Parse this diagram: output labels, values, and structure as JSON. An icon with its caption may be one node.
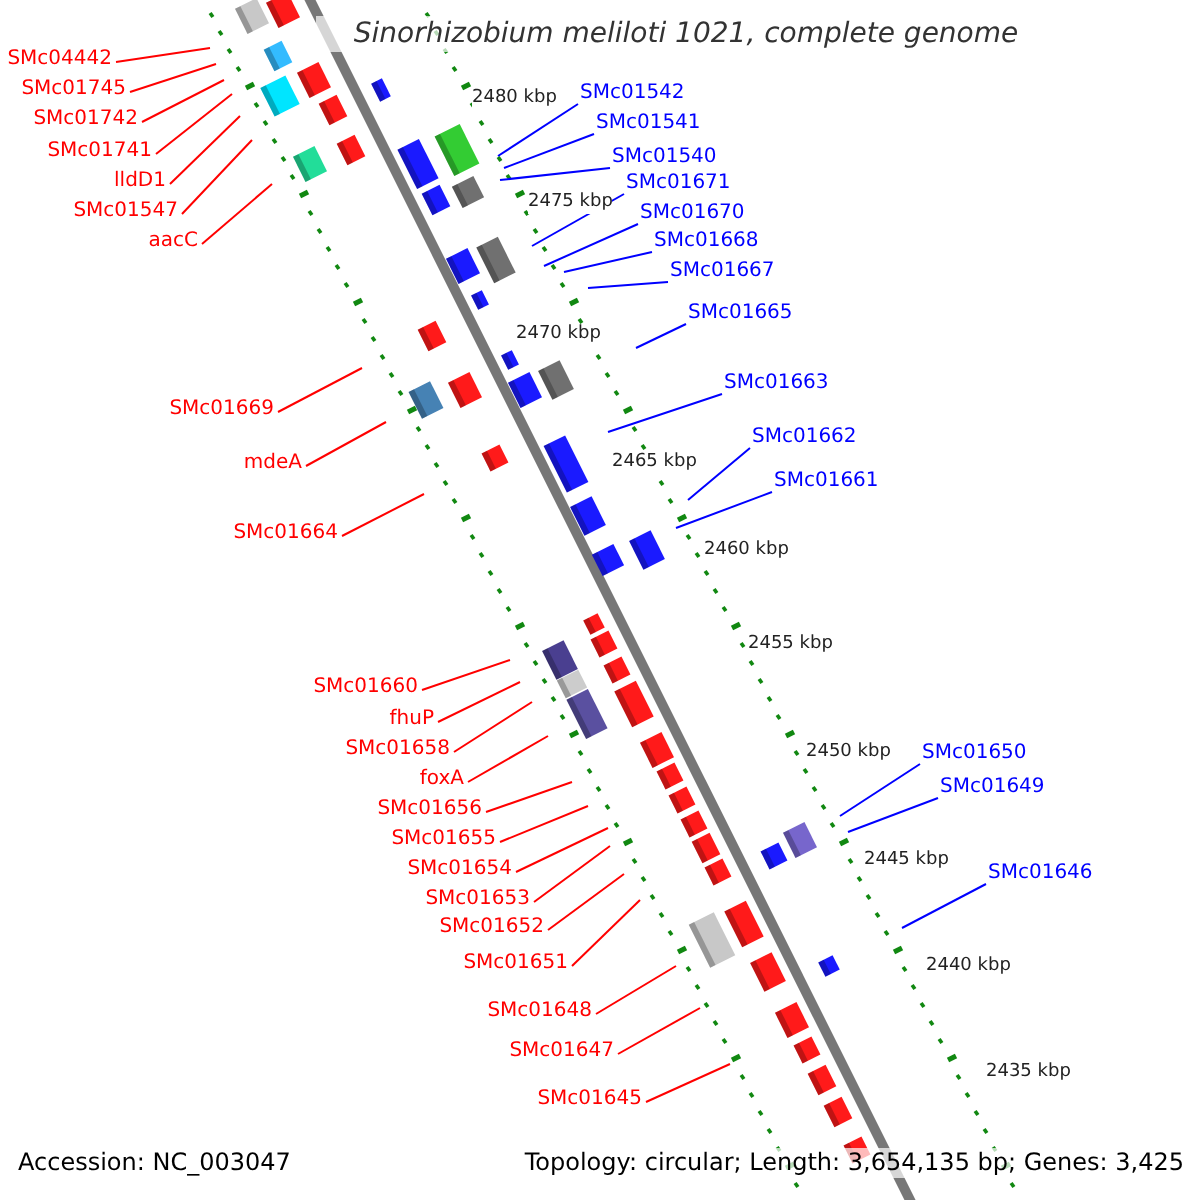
{
  "diagram": {
    "title": "Sinorhizobium meliloti 1021, complete genome",
    "nodes": [
      {
        "text": [
          "SMc04442"
        ]
      },
      {
        "text": [
          "SMc01745"
        ]
      },
      {
        "text": [
          "SMc01742"
        ]
      },
      {
        "text": [
          "SMc01741"
        ]
      },
      {
        "text": [
          "lldD1"
        ]
      },
      {
        "text": [
          "SMc01547"
        ]
      },
      {
        "text": [
          "aacC"
        ]
      },
      {
        "text": [
          "SMc01669"
        ]
      },
      {
        "text": [
          "mdeA"
        ]
      },
      {
        "text": [
          "SMc01664"
        ]
      },
      {
        "text": [
          "SMc01660"
        ]
      },
      {
        "text": [
          "fhuP"
        ]
      },
      {
        "text": [
          "SMc01658"
        ]
      },
      {
        "text": [
          "foxA"
        ]
      },
      {
        "text": [
          "SMc01656"
        ]
      },
      {
        "text": [
          "SMc01655"
        ]
      },
      {
        "text": [
          "SMc01654"
        ]
      },
      {
        "text": [
          "SMc01653"
        ]
      },
      {
        "text": [
          "SMc01652"
        ]
      },
      {
        "text": [
          "SMc01651"
        ]
      },
      {
        "text": [
          "SMc01648"
        ]
      },
      {
        "text": [
          "SMc01647"
        ]
      },
      {
        "text": [
          "SMc01645"
        ]
      },
      {
        "text": [
          "SMc01542"
        ]
      },
      {
        "text": [
          "SMc01541"
        ]
      },
      {
        "text": [
          "SMc01540"
        ]
      },
      {
        "text": [
          "SMc01671"
        ]
      },
      {
        "text": [
          "SMc01670"
        ]
      },
      {
        "text": [
          "SMc01668"
        ]
      },
      {
        "text": [
          "SMc01667"
        ]
      },
      {
        "text": [
          "SMc01665"
        ]
      },
      {
        "text": [
          "SMc01663"
        ]
      },
      {
        "text": [
          "SMc01662"
        ]
      },
      {
        "text": [
          "SMc01661"
        ]
      },
      {
        "text": [
          "SMc01650"
        ]
      },
      {
        "text": [
          "SMc01649"
        ]
      },
      {
        "text": [
          "SMc01646"
        ]
      }
    ],
    "edges": [
      {
        "from": 0,
        "to": null,
        "arrow": "none"
      },
      {
        "from": 1,
        "to": null,
        "arrow": "none"
      },
      {
        "from": 2,
        "to": null,
        "arrow": "none"
      },
      {
        "from": 3,
        "to": null,
        "arrow": "none"
      },
      {
        "from": 4,
        "to": null,
        "arrow": "none"
      },
      {
        "from": 5,
        "to": null,
        "arrow": "none"
      },
      {
        "from": 6,
        "to": null,
        "arrow": "none"
      },
      {
        "from": 7,
        "to": null,
        "arrow": "none"
      },
      {
        "from": 8,
        "to": null,
        "arrow": "none"
      },
      {
        "from": 9,
        "to": null,
        "arrow": "none"
      },
      {
        "from": 10,
        "to": null,
        "arrow": "none"
      },
      {
        "from": 11,
        "to": null,
        "arrow": "none"
      },
      {
        "from": 12,
        "to": null,
        "arrow": "none"
      },
      {
        "from": 13,
        "to": null,
        "arrow": "none"
      },
      {
        "from": 14,
        "to": null,
        "arrow": "none"
      },
      {
        "from": 15,
        "to": null,
        "arrow": "none"
      },
      {
        "from": 16,
        "to": null,
        "arrow": "none"
      },
      {
        "from": 17,
        "to": null,
        "arrow": "none"
      },
      {
        "from": 18,
        "to": null,
        "arrow": "none"
      },
      {
        "from": 19,
        "to": null,
        "arrow": "none"
      },
      {
        "from": 20,
        "to": null,
        "arrow": "none"
      },
      {
        "from": 21,
        "to": null,
        "arrow": "none"
      },
      {
        "from": 22,
        "to": null,
        "arrow": "none"
      },
      {
        "from": 23,
        "to": null,
        "arrow": "none",
        "color": "#0000ff"
      },
      {
        "from": 24,
        "to": null,
        "arrow": "none",
        "color": "#0000ff"
      },
      {
        "from": 25,
        "to": null,
        "arrow": "none",
        "color": "#0000ff"
      },
      {
        "from": 26,
        "to": null,
        "arrow": "none",
        "color": "#0000ff"
      },
      {
        "from": 27,
        "to": null,
        "arrow": "none",
        "color": "#0000ff"
      },
      {
        "from": 28,
        "to": null,
        "arrow": "none",
        "color": "#0000ff"
      },
      {
        "from": 29,
        "to": null,
        "arrow": "none",
        "color": "#0000ff"
      },
      {
        "from": 30,
        "to": null,
        "arrow": "none",
        "color": "#0000ff"
      },
      {
        "from": 31,
        "to": null,
        "arrow": "none",
        "color": "#0000ff"
      },
      {
        "from": 32,
        "to": null,
        "arrow": "none",
        "color": "#0000ff"
      },
      {
        "from": 33,
        "to": null,
        "arrow": "none",
        "color": "#0000ff"
      },
      {
        "from": 34,
        "to": null,
        "arrow": "none",
        "color": "#0000ff"
      },
      {
        "from": 35,
        "to": null,
        "arrow": "none",
        "color": "#0000ff"
      },
      {
        "from": 36,
        "to": null,
        "arrow": "none",
        "color": "#0000ff"
      }
    ],
    "labels": [
      "2480 kbp",
      "2475 kbp",
      "2470 kbp",
      "2465 kbp",
      "2460 kbp",
      "2455 kbp",
      "2450 kbp",
      "2445 kbp",
      "2440 kbp",
      "2435 kbp",
      "Accession: NC_003047",
      "Topology: circular; Length: 3,654,135 bp; Genes: 3,425"
    ]
  }
}
